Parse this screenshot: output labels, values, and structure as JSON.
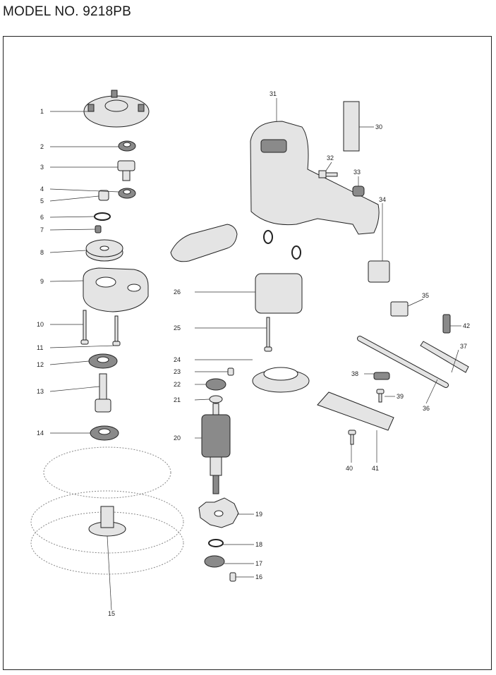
{
  "page_title": "MODEL NO. 9218PB",
  "parts": [
    {
      "id": "p1",
      "label": "1"
    },
    {
      "id": "p2",
      "label": "2"
    },
    {
      "id": "p3",
      "label": "3"
    },
    {
      "id": "p4",
      "label": "4"
    },
    {
      "id": "p5",
      "label": "5"
    },
    {
      "id": "p6",
      "label": "6"
    },
    {
      "id": "p7",
      "label": "7"
    },
    {
      "id": "p8",
      "label": "8"
    },
    {
      "id": "p9",
      "label": "9"
    },
    {
      "id": "p10",
      "label": "10"
    },
    {
      "id": "p11",
      "label": "11"
    },
    {
      "id": "p12",
      "label": "12"
    },
    {
      "id": "p13",
      "label": "13"
    },
    {
      "id": "p14",
      "label": "14"
    },
    {
      "id": "p15",
      "label": "15"
    },
    {
      "id": "p16",
      "label": "16"
    },
    {
      "id": "p17",
      "label": "17"
    },
    {
      "id": "p18",
      "label": "18"
    },
    {
      "id": "p19",
      "label": "19"
    },
    {
      "id": "p20",
      "label": "20"
    },
    {
      "id": "p21",
      "label": "21"
    },
    {
      "id": "p22",
      "label": "22"
    },
    {
      "id": "p23",
      "label": "23"
    },
    {
      "id": "p24",
      "label": "24"
    },
    {
      "id": "p25",
      "label": "25"
    },
    {
      "id": "p26",
      "label": "26"
    },
    {
      "id": "p30",
      "label": "30"
    },
    {
      "id": "p31",
      "label": "31"
    },
    {
      "id": "p32",
      "label": "32"
    },
    {
      "id": "p33",
      "label": "33"
    },
    {
      "id": "p34",
      "label": "34"
    },
    {
      "id": "p35",
      "label": "35"
    },
    {
      "id": "p36",
      "label": "36"
    },
    {
      "id": "p37",
      "label": "37"
    },
    {
      "id": "p38",
      "label": "38"
    },
    {
      "id": "p39",
      "label": "39"
    },
    {
      "id": "p40",
      "label": "40"
    },
    {
      "id": "p41",
      "label": "41"
    },
    {
      "id": "p42",
      "label": "42"
    }
  ]
}
